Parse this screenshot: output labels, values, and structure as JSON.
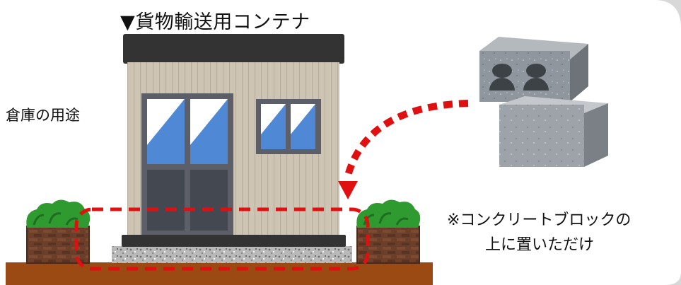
{
  "title": "▼貨物輸送用コンテナ",
  "usage_label": "倉庫の用途",
  "note": {
    "line1": "※コンクリートブロックの",
    "line2": "上に置いただけ"
  },
  "colors": {
    "ground": "#9a4a12",
    "container_wall": "#cdc3b2",
    "container_roof": "#333333",
    "window_frame": "#5c5f68",
    "glass": "#5a8fd8",
    "gravel": "#b8b8b8",
    "block": "#8e959c",
    "arrow": "#e01010",
    "shrub": "#2f9a2f",
    "planter": "#6b3f2a"
  },
  "icons": [
    "container-building",
    "concrete-block",
    "shrub",
    "dashed-arrow",
    "dashed-highlight"
  ]
}
